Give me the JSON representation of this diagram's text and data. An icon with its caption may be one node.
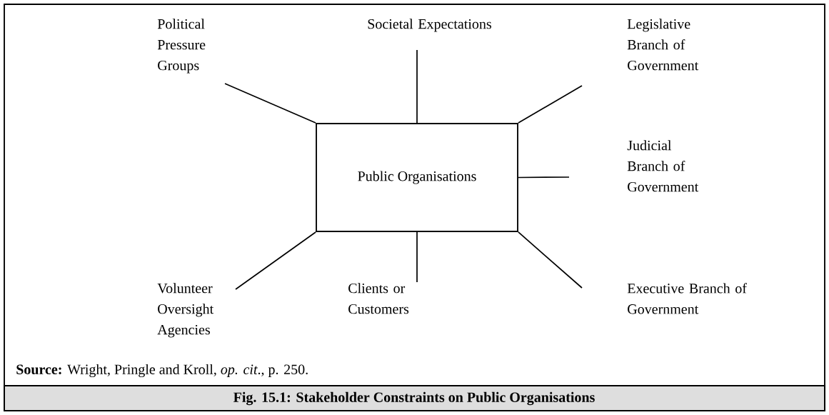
{
  "diagram": {
    "caption": "Fig. 15.1: Stakeholder Constraints on Public Organisations",
    "nodes": [
      {
        "text": [
          "Public Organisations"
        ]
      },
      {
        "text": [
          "Political Pressure Groups"
        ]
      },
      {
        "text": [
          "Societal Expectations"
        ]
      },
      {
        "text": [
          "Legislative Branch of Government"
        ]
      },
      {
        "text": [
          "Judicial Branch of Government"
        ]
      },
      {
        "text": [
          "Volunteer Oversight Agencies"
        ]
      },
      {
        "text": [
          "Clients or Customers"
        ]
      },
      {
        "text": [
          "Executive Branch of Government"
        ]
      }
    ],
    "edges": [
      {
        "from": 0,
        "to": 1,
        "arrow": "none"
      },
      {
        "from": 0,
        "to": 2,
        "arrow": "none"
      },
      {
        "from": 0,
        "to": 3,
        "arrow": "none"
      },
      {
        "from": 0,
        "to": 4,
        "arrow": "none"
      },
      {
        "from": 0,
        "to": 5,
        "arrow": "none"
      },
      {
        "from": 0,
        "to": 6,
        "arrow": "none"
      },
      {
        "from": 0,
        "to": 7,
        "arrow": "none"
      }
    ],
    "labels": [
      "**Source:** Wright, Pringle and Kroll, *op. cit*., p. 250."
    ]
  }
}
